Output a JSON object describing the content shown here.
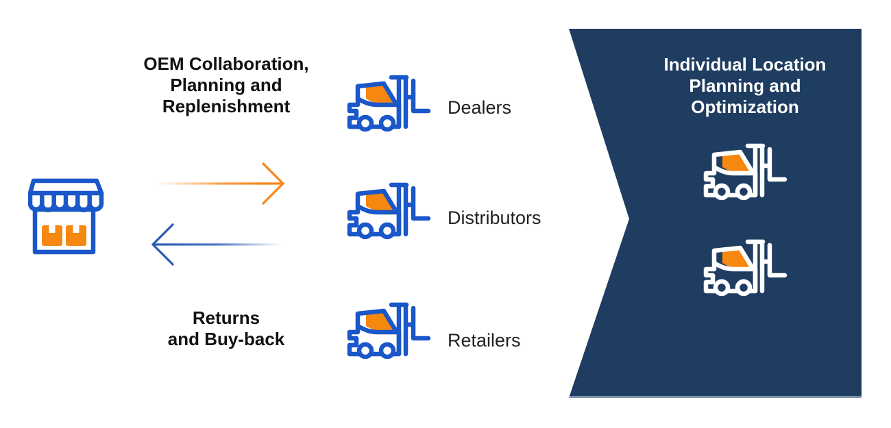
{
  "colors": {
    "blue": "#1a57c8",
    "orange": "#f6870f",
    "navy": "#1f3d60",
    "navy-edge": "#7e92ac",
    "arrow-blue": "#2a5ab4",
    "arrow-orange": "#f6861a",
    "ink": "#111111",
    "label": "#212121",
    "white": "#ffffff"
  },
  "icons": {
    "source": "store-icon",
    "partner": "forklift-icon",
    "forward": "right-arrow-icon",
    "return": "left-arrow-icon"
  },
  "flows": {
    "forward_label": "OEM Collaboration,\nPlanning and\nReplenishment",
    "return_label": "Returns\nand Buy-back"
  },
  "partners": [
    {
      "label": "Dealers"
    },
    {
      "label": "Distributors"
    },
    {
      "label": "Retailers"
    }
  ],
  "panel": {
    "title": "Individual Location\nPlanning and\nOptimization"
  }
}
